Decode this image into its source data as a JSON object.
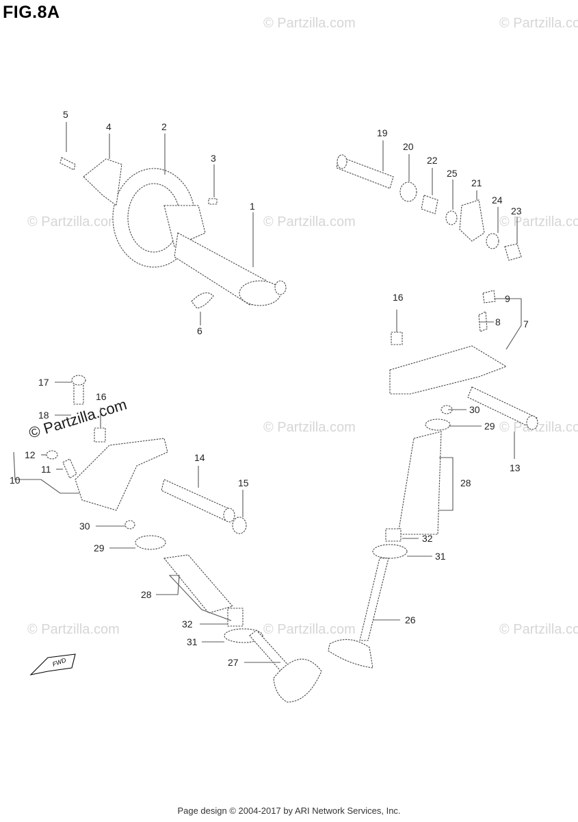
{
  "title": "FIG.8A",
  "watermark_text": "© Partzilla.com",
  "footer": "Page design © 2004-2017 by ARI Network Services, Inc.",
  "fwd_label": "FWD",
  "callouts": {
    "c1": "1",
    "c2": "2",
    "c3": "3",
    "c4": "4",
    "c5": "5",
    "c6": "6",
    "c7": "7",
    "c8": "8",
    "c9": "9",
    "c10": "10",
    "c11": "11",
    "c12": "12",
    "c13": "13",
    "c14": "14",
    "c15": "15",
    "c16a": "16",
    "c16b": "16",
    "c17": "17",
    "c18": "18",
    "c19": "19",
    "c20": "20",
    "c21": "21",
    "c22": "22",
    "c23": "23",
    "c24": "24",
    "c25": "25",
    "c26": "26",
    "c27": "27",
    "c28a": "28",
    "c28b": "28",
    "c29a": "29",
    "c29b": "29",
    "c30a": "30",
    "c30b": "30",
    "c31a": "31",
    "c31b": "31",
    "c32a": "32",
    "c32b": "32"
  }
}
